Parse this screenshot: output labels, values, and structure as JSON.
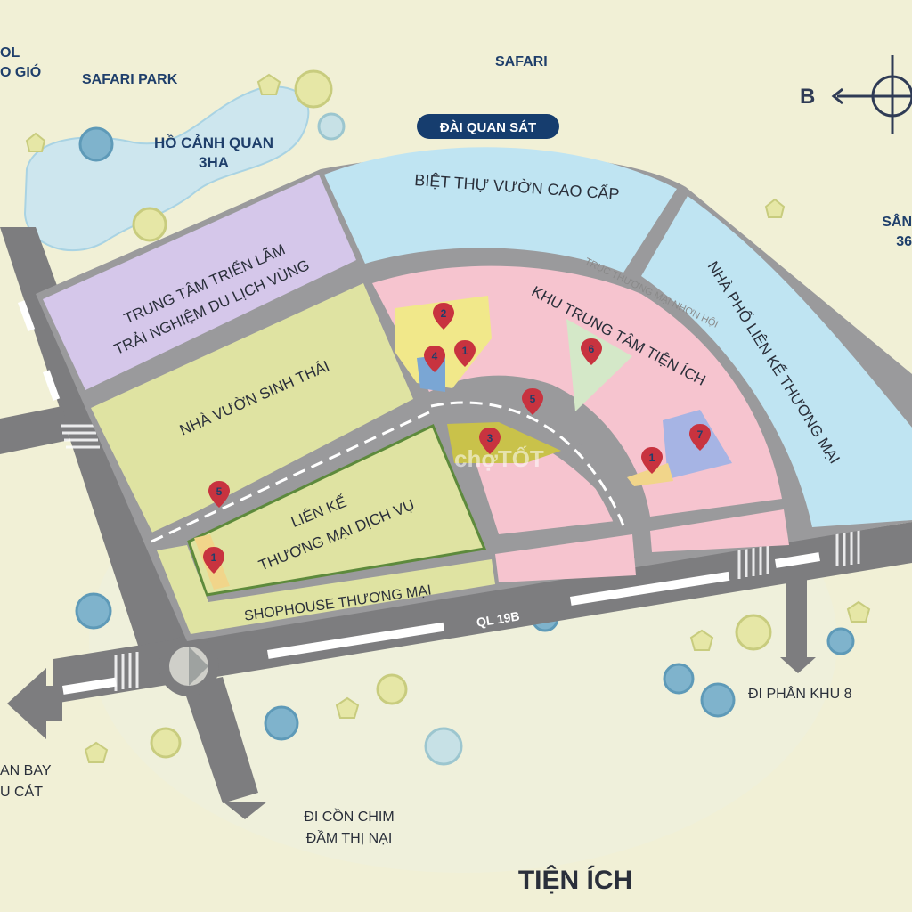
{
  "labels": {
    "top_left_partial_1": "OL",
    "top_left_partial_2": "O GIÓ",
    "safari_park": "SAFARI PARK",
    "safari": "SAFARI",
    "lake_1": "HỒ CẢNH QUAN",
    "lake_2": "3HA",
    "observatory": "ĐÀI QUAN SÁT",
    "villa": "BIỆT THỰ VƯỜN CAO CẤP",
    "right_partial_1": "SÂN",
    "right_partial_2": "36",
    "expo_1": "TRUNG TÂM TRIỂN LÃM",
    "expo_2": "TRẢI NGHIỆM DU LỊCH VÙNG",
    "commercial_axis": "TRỤC THƯƠNG MẠI NHƠN HỘI",
    "utility_zone": "KHU TRUNG TÂM TIỆN ÍCH",
    "townhouse": "NHÀ PHỐ LIÊN KẾ THƯƠNG MẠI",
    "eco_garden": "NHÀ VƯỜN SINH THÁI",
    "service_1": "LIÊN KẾ",
    "service_2": "THƯƠNG MẠI DỊCH VỤ",
    "shophouse": "SHOPHOUSE THƯƠNG MẠI",
    "highway": "QL 19B",
    "to_zone8": "ĐI PHÂN KHU 8",
    "airport_1": "AN BAY",
    "airport_2": "U CÁT",
    "to_con_chim_1": "ĐI CỒN CHIM",
    "to_con_chim_2": "ĐẦM THỊ NẠI",
    "footer_title": "TIỆN ÍCH",
    "compass_letter": "B",
    "watermark": "chợTỐT"
  },
  "markers": {
    "m1": "1",
    "m2": "2",
    "m3": "3",
    "m4": "4",
    "m5": "5",
    "m6": "6",
    "m7": "7"
  },
  "colors": {
    "background": "#f1f0d6",
    "road": "#7d7d7f",
    "villa_zone": "#bfe4f2",
    "expo_zone": "#d5c7ea",
    "green_zone": "#dfe3a2",
    "pink_zone": "#f6c4cf",
    "marker": "#c8333f",
    "label_blue": "#1f3f6b"
  },
  "icons": [
    "map-pin-icon",
    "compass-icon",
    "tree-icon",
    "arrow-icon"
  ]
}
